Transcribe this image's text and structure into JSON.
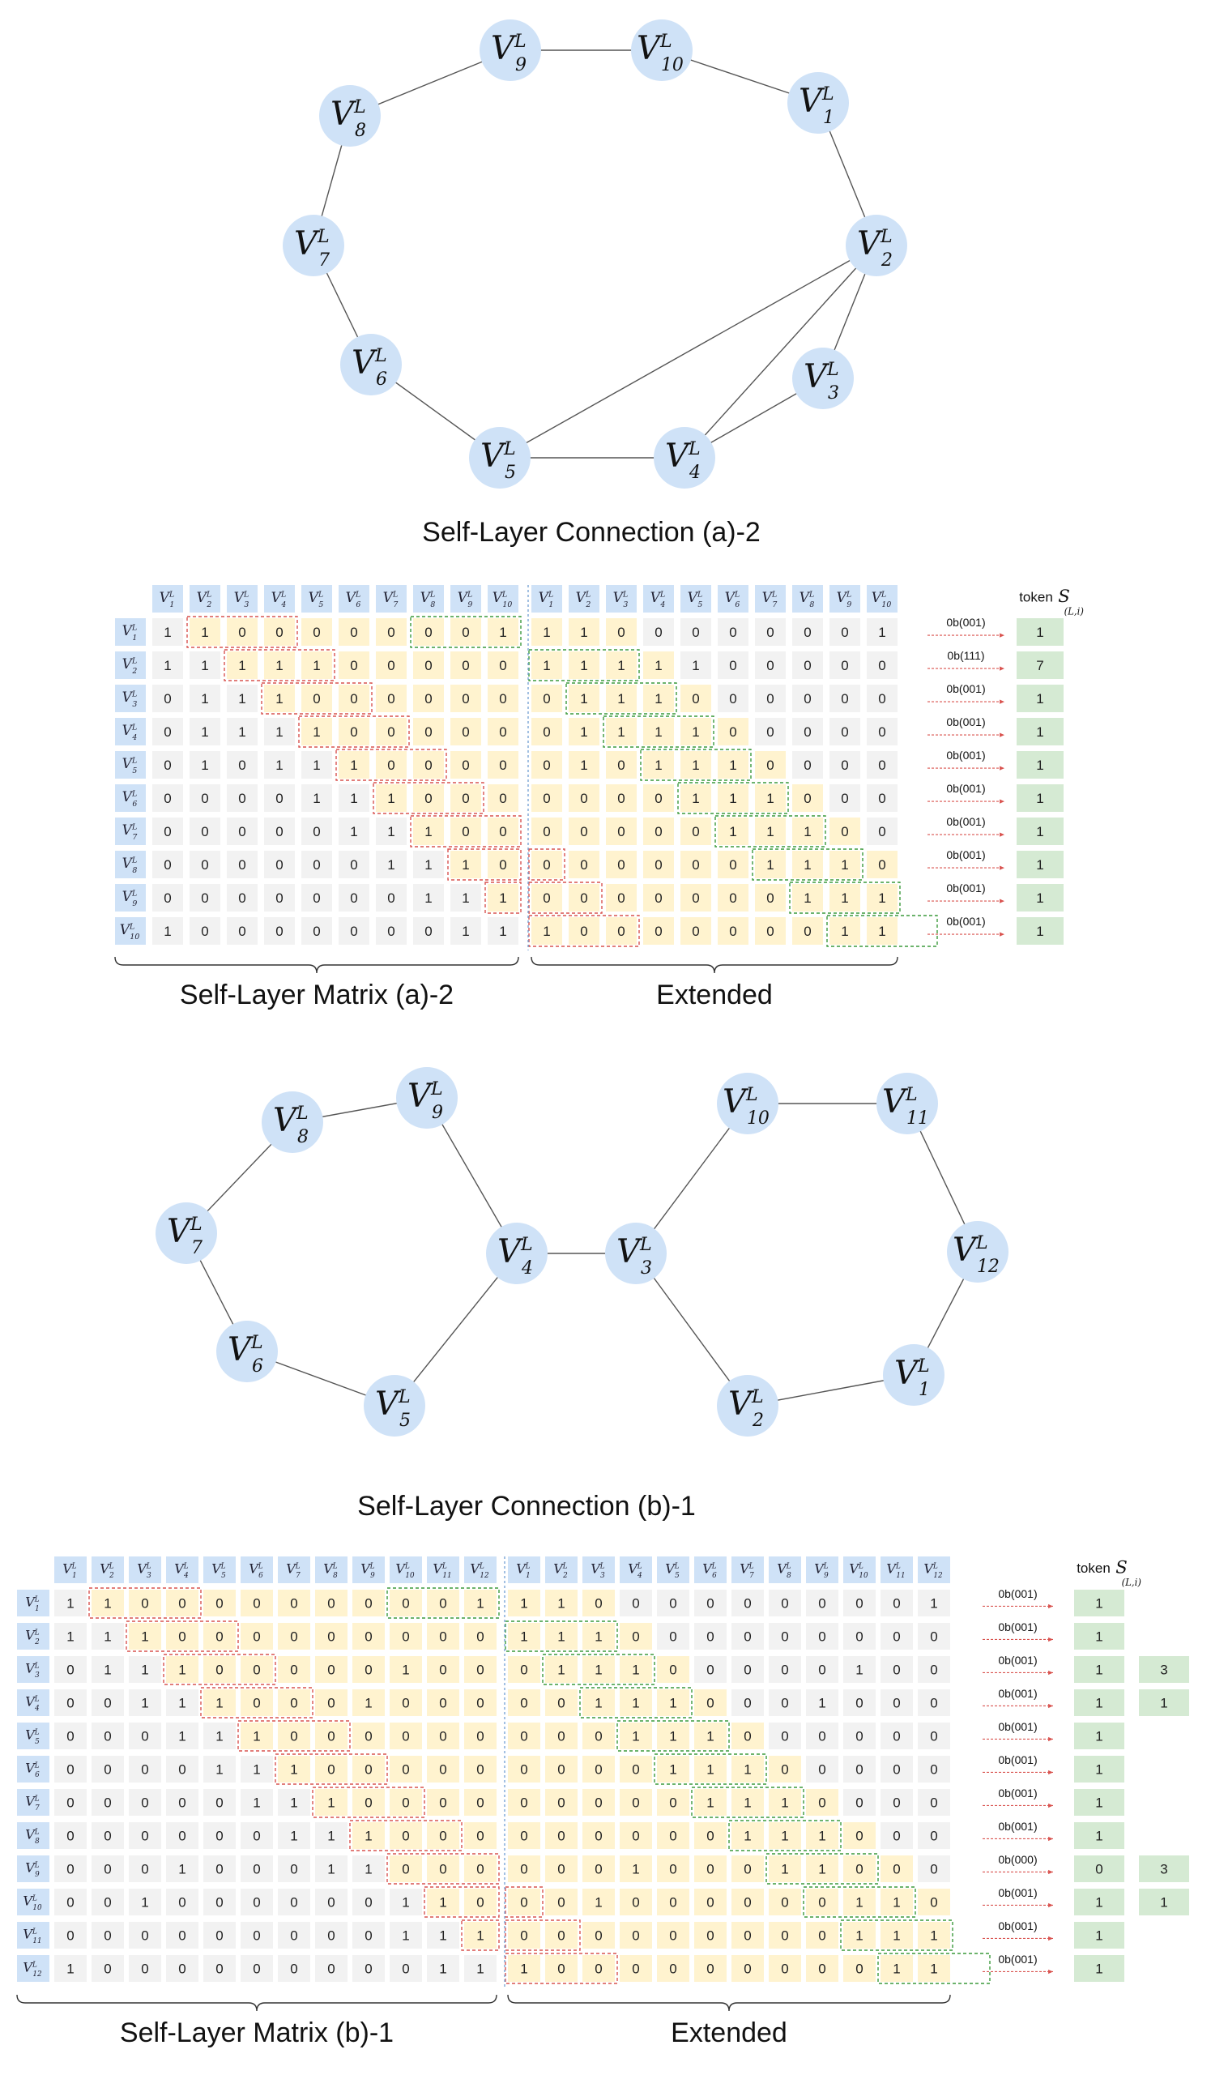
{
  "panels": [
    {
      "id": "a-2",
      "graph_caption": "Self-Layer Connection   (a)-2",
      "nodes": [
        {
          "sub": "1"
        },
        {
          "sub": "2"
        },
        {
          "sub": "3"
        },
        {
          "sub": "4"
        },
        {
          "sub": "5"
        },
        {
          "sub": "6"
        },
        {
          "sub": "7"
        },
        {
          "sub": "8"
        },
        {
          "sub": "9"
        },
        {
          "sub": "10"
        }
      ],
      "edges": [
        [
          1,
          10
        ],
        [
          1,
          2
        ],
        [
          2,
          3
        ],
        [
          3,
          4
        ],
        [
          4,
          5
        ],
        [
          5,
          6
        ],
        [
          6,
          7
        ],
        [
          7,
          8
        ],
        [
          8,
          9
        ],
        [
          9,
          10
        ],
        [
          2,
          4
        ],
        [
          2,
          5
        ]
      ],
      "node_label": "V",
      "node_sup": "L",
      "matrix_caption": "Self-Layer Matrix (a)-2",
      "extended_caption": "Extended",
      "token_header": "token",
      "token_symbol": "S",
      "token_symbol_sub": "(L,i)",
      "matrix": [
        [
          1,
          1,
          0,
          0,
          0,
          0,
          0,
          0,
          0,
          1
        ],
        [
          1,
          1,
          1,
          1,
          1,
          0,
          0,
          0,
          0,
          0
        ],
        [
          0,
          1,
          1,
          1,
          0,
          0,
          0,
          0,
          0,
          0
        ],
        [
          0,
          1,
          1,
          1,
          1,
          0,
          0,
          0,
          0,
          0
        ],
        [
          0,
          1,
          0,
          1,
          1,
          1,
          0,
          0,
          0,
          0
        ],
        [
          0,
          0,
          0,
          0,
          1,
          1,
          1,
          0,
          0,
          0
        ],
        [
          0,
          0,
          0,
          0,
          0,
          1,
          1,
          1,
          0,
          0
        ],
        [
          0,
          0,
          0,
          0,
          0,
          0,
          1,
          1,
          1,
          0
        ],
        [
          0,
          0,
          0,
          0,
          0,
          0,
          0,
          1,
          1,
          1
        ],
        [
          1,
          0,
          0,
          0,
          0,
          0,
          0,
          0,
          1,
          1
        ]
      ],
      "codes": [
        "0b(001)",
        "0b(111)",
        "0b(001)",
        "0b(001)",
        "0b(001)",
        "0b(001)",
        "0b(001)",
        "0b(001)",
        "0b(001)",
        "0b(001)"
      ],
      "tokens": [
        "1",
        "7",
        "1",
        "1",
        "1",
        "1",
        "1",
        "1",
        "1",
        "1"
      ],
      "extra_tokens": [
        "",
        "",
        "",
        "",
        "",
        "",
        "",
        "",
        "",
        ""
      ]
    },
    {
      "id": "b-1",
      "graph_caption": "Self-Layer Connection   (b)-1",
      "nodes": [
        {
          "sub": "1"
        },
        {
          "sub": "2"
        },
        {
          "sub": "3"
        },
        {
          "sub": "4"
        },
        {
          "sub": "5"
        },
        {
          "sub": "6"
        },
        {
          "sub": "7"
        },
        {
          "sub": "8"
        },
        {
          "sub": "9"
        },
        {
          "sub": "10"
        },
        {
          "sub": "11"
        },
        {
          "sub": "12"
        }
      ],
      "edges": [
        [
          1,
          2
        ],
        [
          2,
          3
        ],
        [
          3,
          10
        ],
        [
          10,
          11
        ],
        [
          11,
          12
        ],
        [
          12,
          1
        ],
        [
          3,
          4
        ],
        [
          4,
          9
        ],
        [
          9,
          8
        ],
        [
          8,
          7
        ],
        [
          7,
          6
        ],
        [
          6,
          5
        ],
        [
          5,
          4
        ]
      ],
      "node_label": "V",
      "node_sup": "L",
      "matrix_caption": "Self-Layer Matrix (b)-1",
      "extended_caption": "Extended",
      "token_header": "token",
      "token_symbol": "S",
      "token_symbol_sub": "(L,i)",
      "matrix": [
        [
          1,
          1,
          0,
          0,
          0,
          0,
          0,
          0,
          0,
          0,
          0,
          1
        ],
        [
          1,
          1,
          1,
          0,
          0,
          0,
          0,
          0,
          0,
          0,
          0,
          0
        ],
        [
          0,
          1,
          1,
          1,
          0,
          0,
          0,
          0,
          0,
          1,
          0,
          0
        ],
        [
          0,
          0,
          1,
          1,
          1,
          0,
          0,
          0,
          1,
          0,
          0,
          0
        ],
        [
          0,
          0,
          0,
          1,
          1,
          1,
          0,
          0,
          0,
          0,
          0,
          0
        ],
        [
          0,
          0,
          0,
          0,
          1,
          1,
          1,
          0,
          0,
          0,
          0,
          0
        ],
        [
          0,
          0,
          0,
          0,
          0,
          1,
          1,
          1,
          0,
          0,
          0,
          0
        ],
        [
          0,
          0,
          0,
          0,
          0,
          0,
          1,
          1,
          1,
          0,
          0,
          0
        ],
        [
          0,
          0,
          0,
          1,
          0,
          0,
          0,
          1,
          1,
          0,
          0,
          0
        ],
        [
          0,
          0,
          1,
          0,
          0,
          0,
          0,
          0,
          0,
          1,
          1,
          0
        ],
        [
          0,
          0,
          0,
          0,
          0,
          0,
          0,
          0,
          0,
          1,
          1,
          1
        ],
        [
          1,
          0,
          0,
          0,
          0,
          0,
          0,
          0,
          0,
          0,
          1,
          1
        ]
      ],
      "codes": [
        "0b(001)",
        "0b(001)",
        "0b(001)",
        "0b(001)",
        "0b(001)",
        "0b(001)",
        "0b(001)",
        "0b(001)",
        "0b(000)",
        "0b(001)",
        "0b(001)",
        "0b(001)"
      ],
      "tokens": [
        "1",
        "1",
        "1",
        "1",
        "1",
        "1",
        "1",
        "1",
        "0",
        "1",
        "1",
        "1"
      ],
      "extra_tokens": [
        "",
        "",
        "3",
        "1",
        "",
        "",
        "",
        "",
        "3",
        "1",
        "",
        ""
      ]
    }
  ],
  "colors": {
    "node_fill": "#cfe2f7",
    "header_fill": "#cfe2f7",
    "cell_fill": "#f2f2f2",
    "highlight_fill": "#fff3cf",
    "red_dash": "#d9534f",
    "green_dash": "#3c9a3c",
    "token_fill": "#d5ead3",
    "edge": "#555555",
    "divider": "#7aa6d6"
  }
}
